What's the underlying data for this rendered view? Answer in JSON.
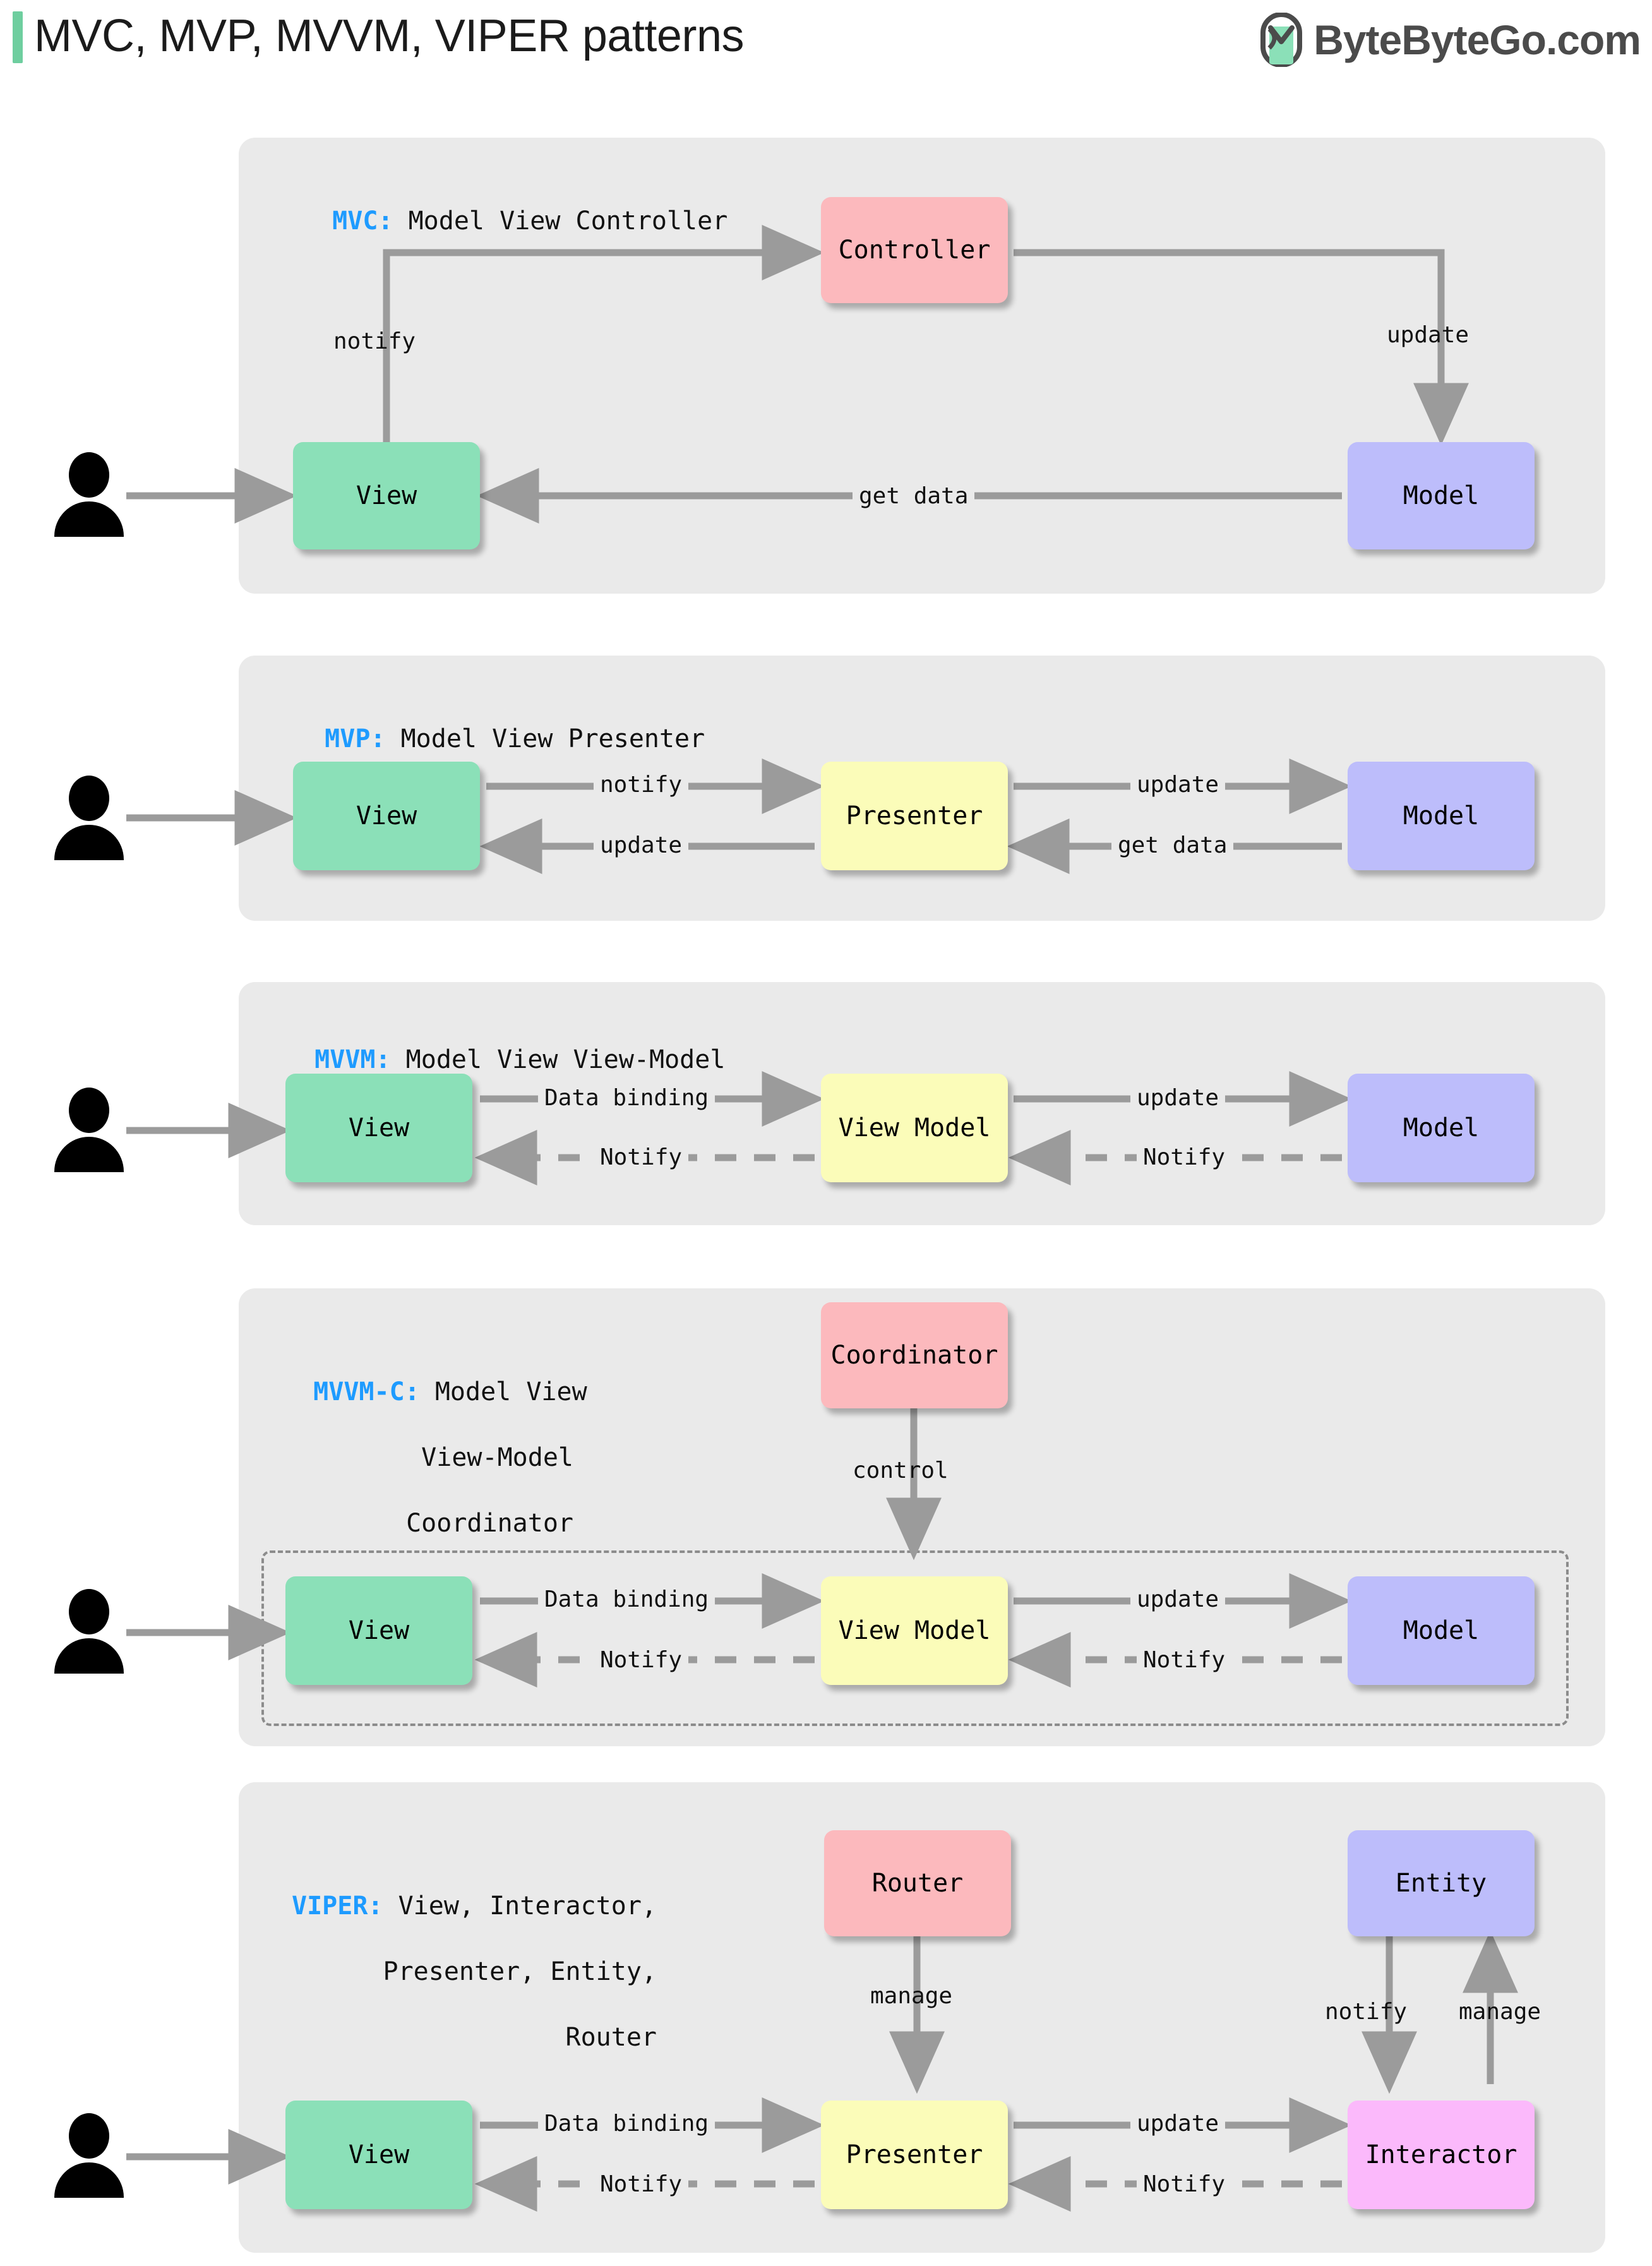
{
  "header": {
    "title": "MVC, MVP, MVVM, VIPER patterns",
    "brand": "ByteByteGo.com",
    "accent_color": "#6ece9f",
    "brand_color": "#4b4b4b"
  },
  "colors": {
    "panel_bg": "#eaeaea",
    "view": "#8be0b8",
    "model": "#bdbdfb",
    "controller": "#fcb9bd",
    "viewmodel": "#fbfcb9",
    "interactor": "#fbb9fb",
    "arrow": "#9b9b9b",
    "key_text": "#1e9bff"
  },
  "chart_data": {
    "type": "diagram",
    "title": "MVC, MVP, MVVM, VIPER patterns",
    "panels": [
      {
        "id": "mvc",
        "key": "MVC:",
        "expansion": "Model View Controller",
        "nodes": [
          "View",
          "Controller",
          "Model"
        ],
        "edges": [
          {
            "from": "User",
            "to": "View",
            "label": "",
            "style": "solid"
          },
          {
            "from": "View",
            "to": "Controller",
            "label": "notify",
            "style": "solid"
          },
          {
            "from": "Controller",
            "to": "Model",
            "label": "update",
            "style": "solid"
          },
          {
            "from": "Model",
            "to": "View",
            "label": "get data",
            "style": "solid"
          }
        ]
      },
      {
        "id": "mvp",
        "key": "MVP:",
        "expansion": "Model View Presenter",
        "nodes": [
          "View",
          "Presenter",
          "Model"
        ],
        "edges": [
          {
            "from": "User",
            "to": "View",
            "label": "",
            "style": "solid"
          },
          {
            "from": "View",
            "to": "Presenter",
            "label": "notify",
            "style": "solid"
          },
          {
            "from": "Presenter",
            "to": "View",
            "label": "update",
            "style": "solid"
          },
          {
            "from": "Presenter",
            "to": "Model",
            "label": "update",
            "style": "solid"
          },
          {
            "from": "Model",
            "to": "Presenter",
            "label": "get data",
            "style": "solid"
          }
        ]
      },
      {
        "id": "mvvm",
        "key": "MVVM:",
        "expansion": "Model View View-Model",
        "nodes": [
          "View",
          "View Model",
          "Model"
        ],
        "edges": [
          {
            "from": "User",
            "to": "View",
            "label": "",
            "style": "solid"
          },
          {
            "from": "View",
            "to": "View Model",
            "label": "Data binding",
            "style": "solid"
          },
          {
            "from": "View Model",
            "to": "View",
            "label": "Notify",
            "style": "dashed"
          },
          {
            "from": "View Model",
            "to": "Model",
            "label": "update",
            "style": "solid"
          },
          {
            "from": "Model",
            "to": "View Model",
            "label": "Notify",
            "style": "dashed"
          }
        ]
      },
      {
        "id": "mvvmc",
        "key": "MVVM-C:",
        "expansion": "Model View\nView-Model\nCoordinator",
        "nodes": [
          "Coordinator",
          "View",
          "View Model",
          "Model"
        ],
        "edges": [
          {
            "from": "User",
            "to": "View",
            "label": "",
            "style": "solid"
          },
          {
            "from": "Coordinator",
            "to": "group",
            "label": "control",
            "style": "solid"
          },
          {
            "from": "View",
            "to": "View Model",
            "label": "Data binding",
            "style": "solid"
          },
          {
            "from": "View Model",
            "to": "View",
            "label": "Notify",
            "style": "dashed"
          },
          {
            "from": "View Model",
            "to": "Model",
            "label": "update",
            "style": "solid"
          },
          {
            "from": "Model",
            "to": "View Model",
            "label": "Notify",
            "style": "dashed"
          }
        ]
      },
      {
        "id": "viper",
        "key": "VIPER:",
        "expansion": "View, Interactor,\nPresenter, Entity,\nRouter",
        "nodes": [
          "Router",
          "Entity",
          "View",
          "Presenter",
          "Interactor"
        ],
        "edges": [
          {
            "from": "User",
            "to": "View",
            "label": "",
            "style": "solid"
          },
          {
            "from": "Router",
            "to": "Presenter",
            "label": "manage",
            "style": "solid"
          },
          {
            "from": "View",
            "to": "Presenter",
            "label": "Data binding",
            "style": "solid"
          },
          {
            "from": "Presenter",
            "to": "View",
            "label": "Notify",
            "style": "dashed"
          },
          {
            "from": "Presenter",
            "to": "Interactor",
            "label": "update",
            "style": "solid"
          },
          {
            "from": "Interactor",
            "to": "Presenter",
            "label": "Notify",
            "style": "dashed"
          },
          {
            "from": "Entity",
            "to": "Interactor",
            "label": "notify",
            "style": "solid"
          },
          {
            "from": "Interactor",
            "to": "Entity",
            "label": "manage",
            "style": "solid"
          }
        ]
      }
    ]
  },
  "mvc": {
    "key": "MVC:",
    "expansion": " Model View Controller",
    "node_view": "View",
    "node_controller": "Controller",
    "node_model": "Model",
    "label_notify": "notify",
    "label_update": "update",
    "label_getdata": "get data"
  },
  "mvp": {
    "key": "MVP:",
    "expansion": " Model View Presenter",
    "node_view": "View",
    "node_presenter": "Presenter",
    "node_model": "Model",
    "label_notify": "notify",
    "label_update_left": "update",
    "label_update_right": "update",
    "label_getdata": "get data"
  },
  "mvvm": {
    "key": "MVVM:",
    "expansion": " Model View View-Model",
    "node_view": "View",
    "node_viewmodel": "View Model",
    "node_model": "Model",
    "label_databinding": "Data binding",
    "label_notify_left": "Notify",
    "label_update": "update",
    "label_notify_right": "Notify"
  },
  "mvvmc": {
    "key": "MVVM-C:",
    "expansion_line1": " Model View",
    "expansion_line2": "View-Model",
    "expansion_line3": "Coordinator",
    "node_coordinator": "Coordinator",
    "node_view": "View",
    "node_viewmodel": "View Model",
    "node_model": "Model",
    "label_control": "control",
    "label_databinding": "Data binding",
    "label_notify_left": "Notify",
    "label_update": "update",
    "label_notify_right": "Notify"
  },
  "viper": {
    "key": "VIPER:",
    "expansion_line1": " View, Interactor,",
    "expansion_line2": "Presenter, Entity,",
    "expansion_line3": "Router",
    "node_router": "Router",
    "node_entity": "Entity",
    "node_view": "View",
    "node_presenter": "Presenter",
    "node_interactor": "Interactor",
    "label_manage_router": "manage",
    "label_databinding": "Data binding",
    "label_notify_left": "Notify",
    "label_update": "update",
    "label_notify_right": "Notify",
    "label_notify_entity": "notify",
    "label_manage_entity": "manage"
  }
}
